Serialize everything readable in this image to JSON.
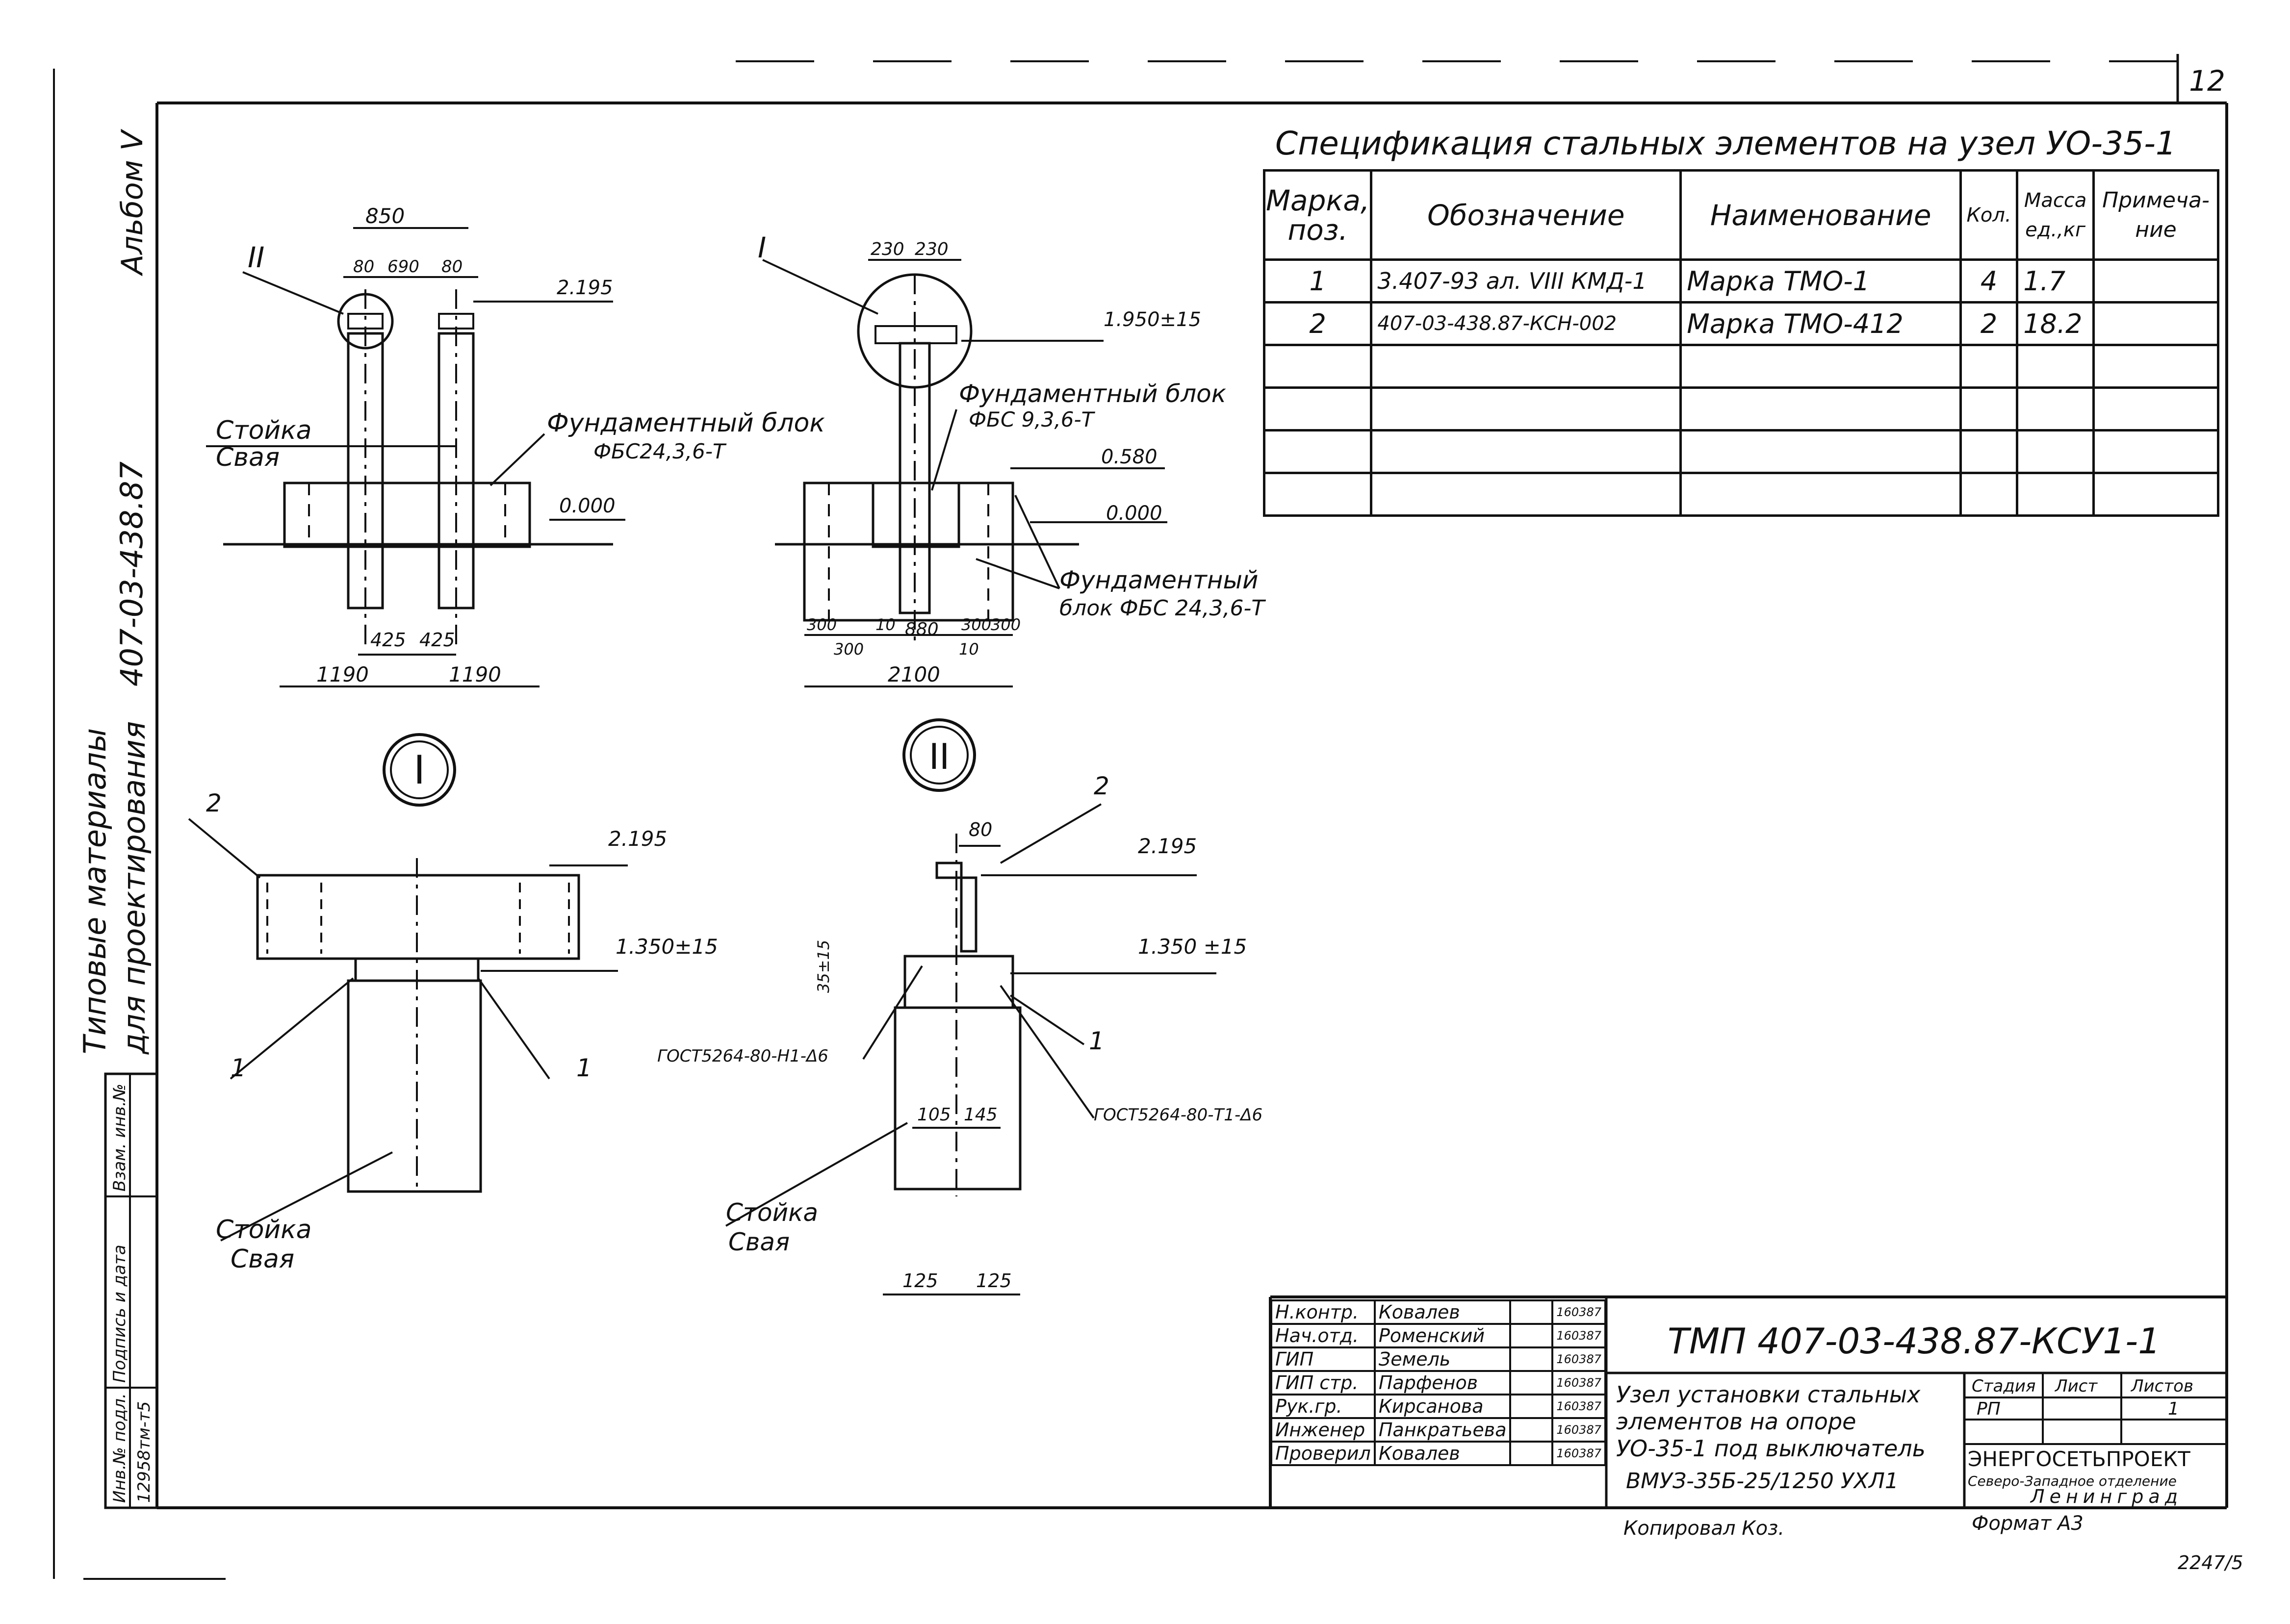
{
  "sheet": {
    "page_number": "12",
    "album": "Альбом V",
    "series_code": "407-03-438.87",
    "series_title_line1": "Типовые материалы",
    "series_title_line2": "для проектирования",
    "archive_labels": [
      "Инв.№ подл.",
      "Подпись и дата",
      "Взам. инв.№"
    ],
    "archive_number": "12958тм-т5",
    "bottom_number": "2247/5"
  },
  "spec_table": {
    "title": "Спецификация стальных элементов на узел УО-35-1",
    "headers": [
      "Марка, поз.",
      "Обозначение",
      "Наименование",
      "Кол.",
      "Масса ед.,кг",
      "Примеча- ние"
    ],
    "rows": [
      [
        "1",
        "3.407-93 ал. VIII КМД-1",
        "Марка ТМО-1",
        "4",
        "1.7",
        ""
      ],
      [
        "2",
        "407-03-438.87-КСН-002",
        "Марка ТМО-412",
        "2",
        "18.2",
        ""
      ],
      [
        "",
        "",
        "",
        "",
        "",
        ""
      ],
      [
        "",
        "",
        "",
        "",
        "",
        ""
      ],
      [
        "",
        "",
        "",
        "",
        "",
        ""
      ],
      [
        "",
        "",
        "",
        "",
        "",
        ""
      ]
    ]
  },
  "views": {
    "view_a": {
      "callout": "II",
      "dims": [
        "850",
        "80",
        "690",
        "80",
        "425",
        "425",
        "1190",
        "1190"
      ],
      "levels": [
        "2.195",
        "0.000"
      ],
      "labels": [
        "Стойка",
        "Свая",
        "Фундаментный блок",
        "ФБС24,3,6-Т"
      ]
    },
    "view_b": {
      "callout": "I",
      "dims": [
        "230",
        "230",
        "300",
        "300",
        "10",
        "880",
        "10",
        "300",
        "300",
        "2100"
      ],
      "levels": [
        "1.950±15",
        "0.580",
        "0.000"
      ],
      "labels": [
        "Фундаментный блок",
        "ФБС 9,3,6-Т",
        "Фундаментный",
        "блок ФБС 24,3,6-Т"
      ]
    },
    "detail_1": {
      "marker": "I",
      "levels": [
        "2.195",
        "1.350±15"
      ],
      "labels": [
        "2",
        "1",
        "1",
        "Стойка",
        "Свая"
      ]
    },
    "detail_2": {
      "marker": "II",
      "dims": [
        "80",
        "35±15",
        "105",
        "145",
        "125",
        "125"
      ],
      "levels": [
        "2.195",
        "1.350 ±15"
      ],
      "labels": [
        "2",
        "1",
        "ГОСТ5264-80-Н1-Δ6",
        "ГОСТ5264-80-Т1-Δ6",
        "Стойка",
        "Свая"
      ]
    }
  },
  "title_block": {
    "doc_code": "ТМП 407-03-438.87-КСУ1-1",
    "personnel": [
      {
        "role": "Н.контр.",
        "name": "Ковалев",
        "date": "160387"
      },
      {
        "role": "Нач.отд.",
        "name": "Роменский",
        "date": "160387"
      },
      {
        "role": "ГИП",
        "name": "Земель",
        "date": "160387"
      },
      {
        "role": "ГИП стр.",
        "name": "Парфенов",
        "date": "160387"
      },
      {
        "role": "Рук.гр.",
        "name": "Кирсанова",
        "date": "160387"
      },
      {
        "role": "Инженер",
        "name": "Панкратьева",
        "date": "160387"
      },
      {
        "role": "Проверил",
        "name": "Ковалев",
        "date": "160387"
      }
    ],
    "description": [
      "Узел установки стальных",
      "элементов на опоре",
      "УО-35-1 под выключатель",
      "ВМУЗ-35Б-25/1250 УХЛ1"
    ],
    "stage_headers": [
      "Стадия",
      "Лист",
      "Листов"
    ],
    "stage_values": [
      "РП",
      "",
      "1"
    ],
    "org_name": "ЭНЕРГОСЕТЬПРОЕКТ",
    "org_branch": "Северо-Западное отделение",
    "org_city": "Ленинград",
    "copied": "Копировал Коз.",
    "format": "Формат А3"
  }
}
